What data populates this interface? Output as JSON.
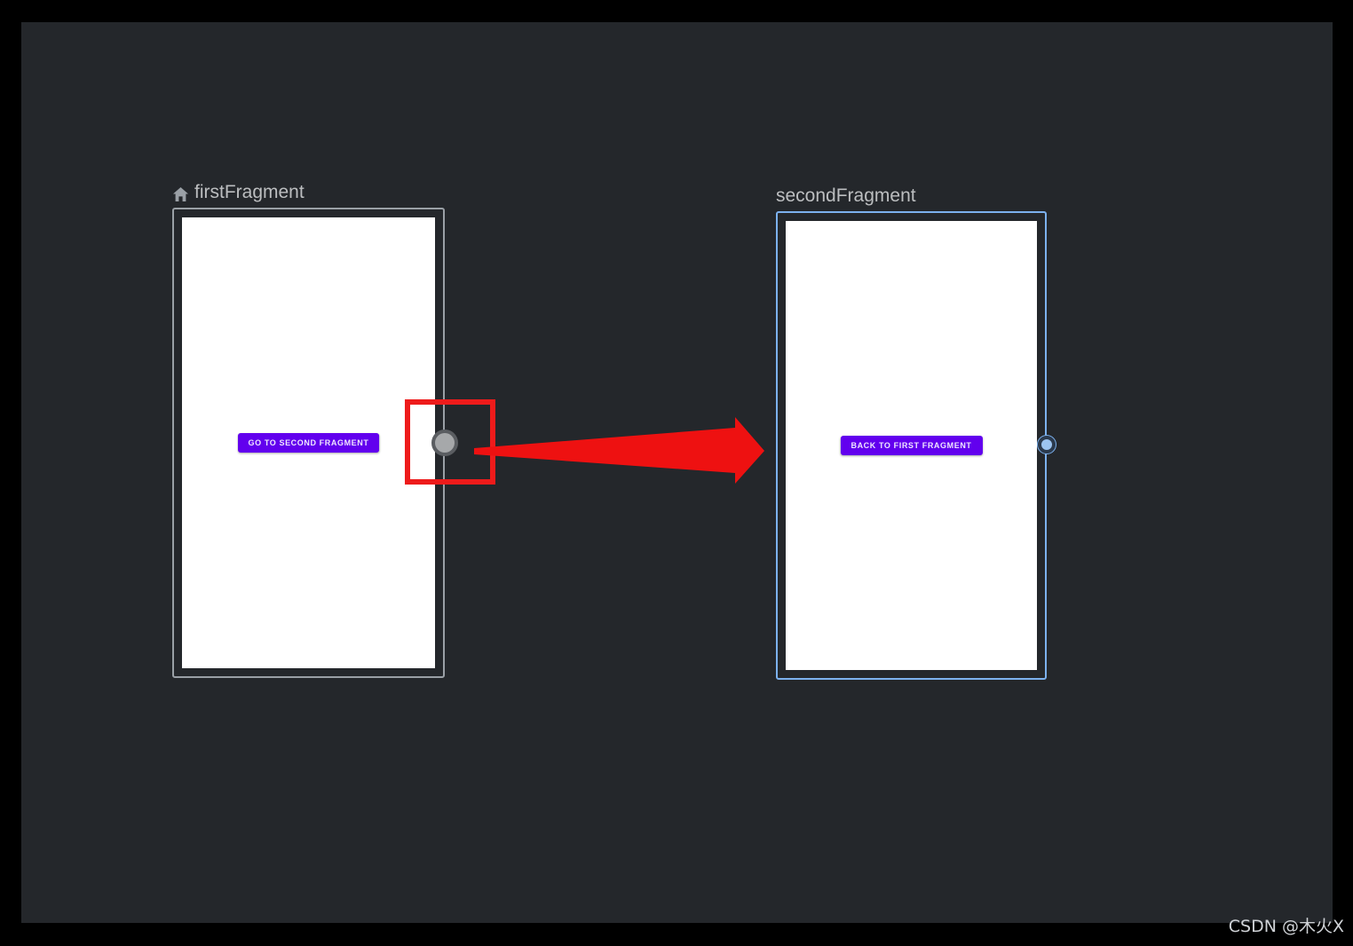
{
  "editor": {
    "name": "navigation-graph-editor",
    "canvas_background": "#24272b",
    "outer_background": "#000000"
  },
  "destinations": [
    {
      "id": "firstFragment",
      "label": "firstFragment",
      "is_start_destination": true,
      "start_icon": "home-icon",
      "selected": false,
      "border_color": "#9aa0a6",
      "preview": {
        "background": "#ffffff",
        "button": {
          "label": "GO TO SECOND FRAGMENT",
          "background": "#6200ee",
          "text_color": "#efe7ff"
        }
      },
      "action_handle": {
        "name": "action-handle-first-fragment",
        "shape": "circle",
        "fill": "#a6a8aa",
        "ring": "#5a5d61"
      }
    },
    {
      "id": "secondFragment",
      "label": "secondFragment",
      "is_start_destination": false,
      "selected": true,
      "border_color": "#7cb1ee",
      "preview": {
        "background": "#ffffff",
        "button": {
          "label": "BACK TO FIRST FRAGMENT",
          "background": "#6200ee",
          "text_color": "#efe7ff"
        }
      },
      "action_handle": {
        "name": "action-handle-second-fragment",
        "shape": "circle",
        "fill": "#9cc4f0",
        "ring": "#2b3a4d"
      }
    }
  ],
  "annotations": {
    "highlight_box": {
      "name": "red-highlight-box",
      "color": "#ee1b1b",
      "target": "action-handle-first-fragment"
    },
    "arrow": {
      "name": "red-callout-arrow",
      "color": "#ee1111",
      "direction": "right",
      "from": "firstFragment",
      "to": "secondFragment"
    }
  },
  "watermark": {
    "text": "CSDN @木火X",
    "color": "#cfd2d6"
  }
}
